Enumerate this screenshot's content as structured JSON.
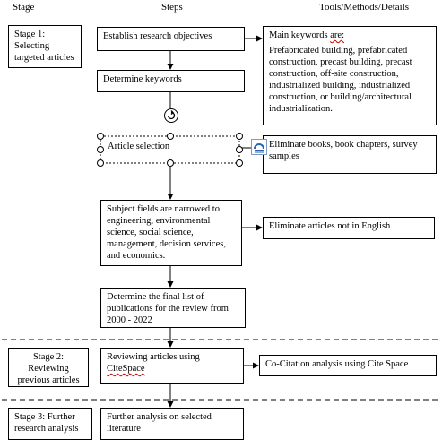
{
  "headers": {
    "stage": "Stage",
    "steps": "Steps",
    "tools": "Tools/Methods/Details"
  },
  "stages": {
    "s1": "Stage 1: Selecting targeted articles",
    "s2": "Stage 2: Reviewing previous articles",
    "s3": "Stage 3: Further research analysis"
  },
  "steps": {
    "objectives": "Establish research objectives",
    "keywords": "Determine keywords",
    "selection": "Article selection",
    "subject": "Subject fields are narrowed to engineering, environmental science, social science, management, decision services, and economics.",
    "final_list": "Determine the final list of publications for the review from 2000 - 2022",
    "reviewing_prefix": "Reviewing articles using",
    "reviewing_word": "CiteSpace",
    "further": "Further analysis on selected literature"
  },
  "tools": {
    "keywords_title_prefix": "Main keywords ",
    "keywords_title_word": "are:",
    "keywords_list": "Prefabricated building, prefabricated construction, precast building, precast construction, off-site construction, industrialized building, industrialized construction, or building/architectural industrialization.",
    "eliminate_books": "Eliminate books, book chapters, survey samples",
    "eliminate_english": "Eliminate articles not in English",
    "cocitation": "Co-Citation analysis using Cite Space"
  },
  "icons": {
    "rotate": "rotate-handle-icon",
    "layout": "layout-options-icon"
  }
}
